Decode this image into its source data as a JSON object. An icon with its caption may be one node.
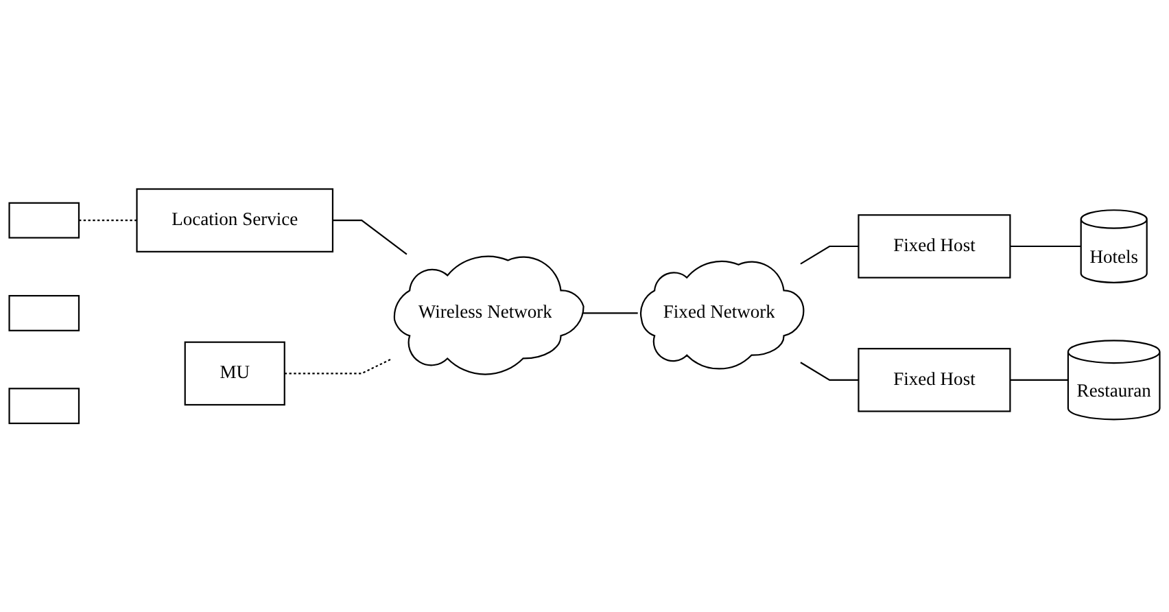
{
  "diagram": {
    "nodes": [
      {
        "text": [
          "Location Service"
        ]
      },
      {
        "text": [],
        "shape": "box"
      },
      {
        "text": [],
        "shape": "box"
      },
      {
        "text": [],
        "shape": "box"
      },
      {
        "text": [
          "MU"
        ]
      },
      {
        "text": [
          "Wireless Network"
        ]
      },
      {
        "text": [
          "Fixed Network"
        ]
      },
      {
        "text": [
          "Fixed Host"
        ]
      },
      {
        "text": [
          "Hotels"
        ]
      },
      {
        "text": [
          "Fixed Host"
        ]
      },
      {
        "text": [
          "Restauran"
        ]
      }
    ],
    "edges": [
      {
        "from": 1,
        "to": 0,
        "arrow": "none",
        "style": "dashed"
      },
      {
        "from": 0,
        "to": 5,
        "arrow": "none"
      },
      {
        "from": 4,
        "to": 5,
        "arrow": "none",
        "style": "dashed"
      },
      {
        "from": 5,
        "to": 6,
        "arrow": "none"
      },
      {
        "from": 6,
        "to": 7,
        "arrow": "none"
      },
      {
        "from": 6,
        "to": 9,
        "arrow": "none"
      },
      {
        "from": 7,
        "to": 8,
        "arrow": "none"
      },
      {
        "from": 9,
        "to": 10,
        "arrow": "none"
      }
    ]
  }
}
